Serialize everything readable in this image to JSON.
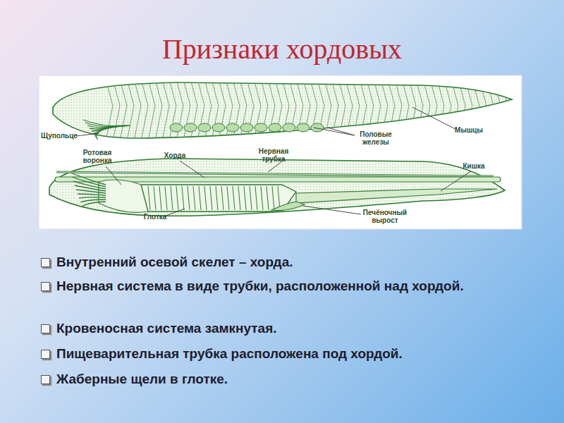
{
  "diagram": {
    "title": "Признаки хордовых",
    "labels": [
      "Щупольце",
      "Половые железы",
      "Мышцы",
      "Ротовая воронка",
      "Хорда",
      "Нервная трубка",
      "Кишка",
      "Глотка",
      "Печёночный вырост",
      "Внутренний осевой скелет – хорда.",
      "Нервная система в виде трубки, расположенной над хордой.",
      "Кровеносная система замкнутая.",
      "Пищеварительная трубка расположена под хордой.",
      "Жаберные щели в глотке."
    ]
  }
}
